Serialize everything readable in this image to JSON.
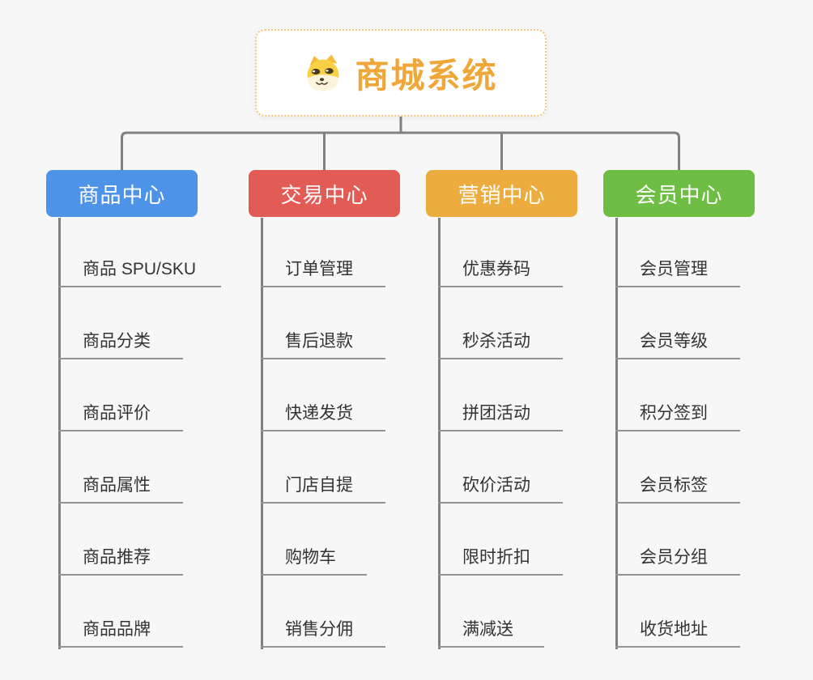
{
  "page": {
    "background_color": "#f7f7f7"
  },
  "root_node": {
    "title": "商城系统",
    "icon": "doge-icon",
    "title_color": "#f0a73a",
    "border_color": "#f6c57e"
  },
  "branches": [
    {
      "label": "商品中心",
      "color": "#4d93e8",
      "items": [
        "商品 SPU/SKU",
        "商品分类",
        "商品评价",
        "商品属性",
        "商品推荐",
        "商品品牌"
      ]
    },
    {
      "label": "交易中心",
      "color": "#e25b55",
      "items": [
        "订单管理",
        "售后退款",
        "快递发货",
        "门店自提",
        "购物车",
        "销售分佣"
      ]
    },
    {
      "label": "营销中心",
      "color": "#edad3e",
      "items": [
        "优惠券码",
        "秒杀活动",
        "拼团活动",
        "砍价活动",
        "限时折扣",
        "满减送"
      ]
    },
    {
      "label": "会员中心",
      "color": "#6ebe44",
      "items": [
        "会员管理",
        "会员等级",
        "积分签到",
        "会员标签",
        "会员分组",
        "收货地址"
      ]
    }
  ],
  "connectors": {
    "line_color": "#808080",
    "underline_color": "#949494"
  }
}
